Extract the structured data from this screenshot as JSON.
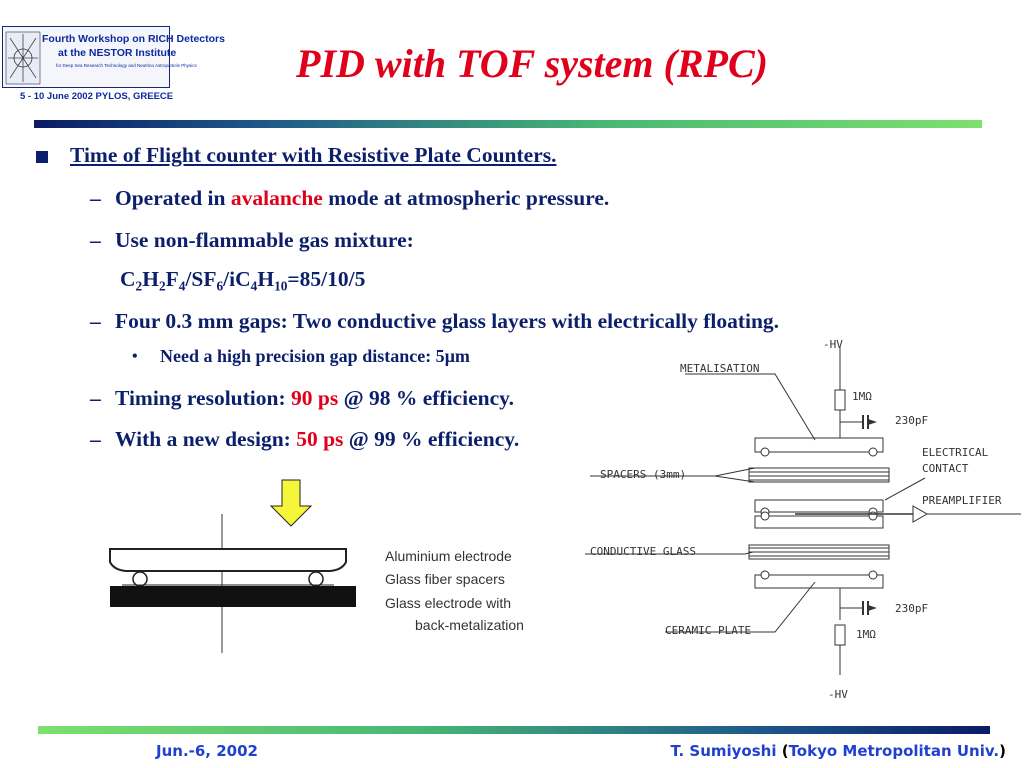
{
  "logo": {
    "line1": "Fourth Workshop on RICH Detectors",
    "line2": "at the NESTOR Institute",
    "line3": "for Deep Sea Research Technology and Neutrino Astroparticle Physics",
    "line4": "5 - 10 June 2002  PYLOS, GREECE"
  },
  "title": "PID with TOF system (RPC)",
  "bullets": {
    "b1": "Time of Flight counter with Resistive Plate Counters.",
    "b2_pre": "Operated in ",
    "b2_red": "avalanche",
    "b2_post": " mode at atmospheric pressure.",
    "b3": "Use non-flammable gas mixture:",
    "b4": {
      "c": "C",
      "n2a": "2",
      "h": "H",
      "n2b": "2",
      "f": "F",
      "n4": "4",
      "sf": "/SF",
      "n6": "6",
      "ic": "/iC",
      "n4b": "4",
      "h2": "H",
      "n10": "10",
      "tail": "=85/10/5"
    },
    "b5": "Four 0.3 mm gaps: Two conductive glass layers with electrically floating.",
    "b6_pre": "Need a high precision gap distance: 5",
    "b6_mu": "μ",
    "b6_post": "m",
    "b7_pre": "Timing resolution: ",
    "b7_red": "90 ps",
    "b7_post": " @ 98 % efficiency.",
    "b8_pre": "With a new design: ",
    "b8_red": "50 ps",
    "b8_post": " @ 99 % efficiency.",
    "dash": "–",
    "dot": "•"
  },
  "left_diagram": {
    "captions": [
      "Aluminium electrode",
      "Glass fiber spacers",
      "Glass electrode with",
      "back-metalization"
    ]
  },
  "right_diagram": {
    "labels": {
      "hv_top": "-HV",
      "metalisation": "METALISATION",
      "r_top": "1MΩ",
      "c_top": "230pF",
      "electrical": "ELECTRICAL",
      "contact": "CONTACT",
      "spacers": "SPACERS (3mm)",
      "preamplifier": "PREAMPLIFIER",
      "conductive": "CONDUCTIVE GLASS",
      "c_bot": "230pF",
      "ceramic": "CERAMIC PLATE",
      "r_bot": "1MΩ",
      "hv_bot": "-HV"
    }
  },
  "footer": {
    "date": "Jun.-6, 2002",
    "author": "T. Sumiyoshi",
    "paren_open": " (",
    "affiliation": "Tokyo Metropolitan Univ.",
    "paren_close": ")"
  },
  "colors": {
    "title": "#e0001b",
    "text": "#0b1f6b",
    "footer": "#2040d0",
    "arrow": "#f5f53a"
  }
}
